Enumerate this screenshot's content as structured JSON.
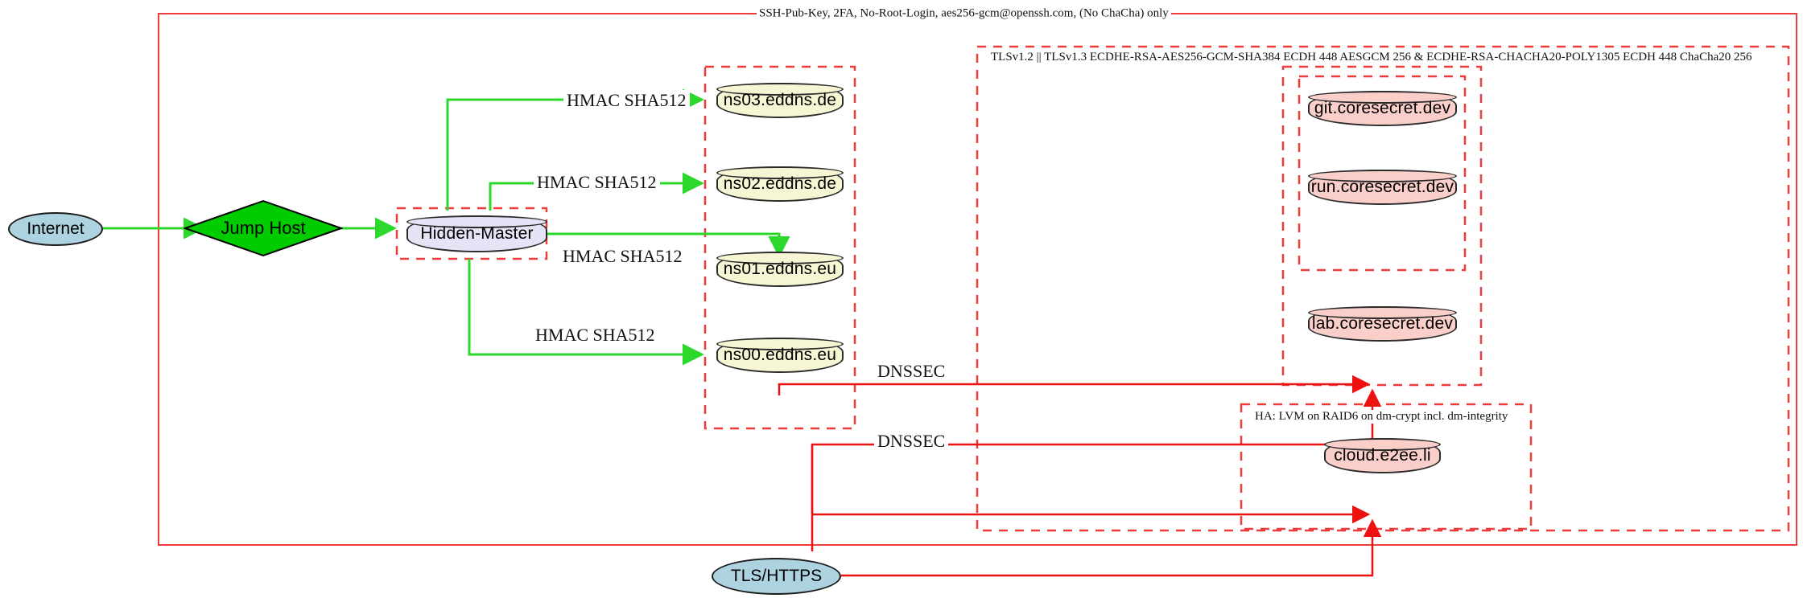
{
  "diagram": {
    "title_labels": {
      "ssh_policy": "SSH-Pub-Key, 2FA, No-Root-Login, aes256-gcm@openssh.com, (No ChaCha) only",
      "tls_policy": "TLSv1.2 || TLSv1.3 ECDHE-RSA-AES256-GCM-SHA384 ECDH 448 AESGCM 256 & ECDHE-RSA-CHACHA20-POLY1305 ECDH 448 ChaCha20 256",
      "ha_policy": "HA: LVM on RAID6 on dm-crypt incl. dm-integrity"
    },
    "nodes": {
      "internet": "Internet",
      "jump_host": "Jump Host",
      "hidden_master": "Hidden-Master",
      "ns03": "ns03.eddns.de",
      "ns02": "ns02.eddns.de",
      "ns01": "ns01.eddns.eu",
      "ns00": "ns00.eddns.eu",
      "git": "git.coresecret.dev",
      "run": "run.coresecret.dev",
      "lab": "lab.coresecret.dev",
      "cloud": "cloud.e2ee.li",
      "tls_https": "TLS/HTTPS"
    },
    "edge_labels": {
      "hmac_ns03": "HMAC SHA512",
      "hmac_ns02": "HMAC SHA512",
      "hmac_ns01": "HMAC SHA512",
      "hmac_ns00": "HMAC SHA512",
      "dnssec_upper": "DNSSEC",
      "dnssec_lower": "DNSSEC"
    },
    "colors": {
      "boundary": "#ef3b3b",
      "secure_link": "#2dd82d",
      "data_link": "#ee1111",
      "db_lavender": "#e4e4f6",
      "db_yellow": "#f7f6d4",
      "db_pink": "#fbcfc9",
      "ellipse_blue": "#aed3e0",
      "diamond_green": "#00cc00"
    }
  }
}
